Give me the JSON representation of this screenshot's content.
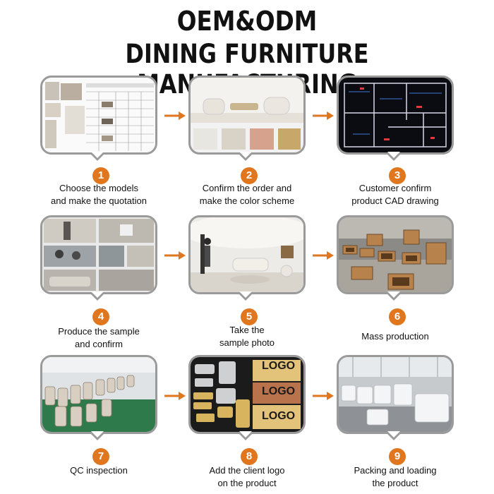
{
  "title_line1": "OEM&ODM",
  "title_line2": "DINING FURNITURE MANUFACTURING",
  "accent_color": "#e0761e",
  "steps": [
    {
      "number": "1",
      "line1": "Choose the models",
      "line2": "and make the quotation"
    },
    {
      "number": "2",
      "line1": "Confirm the order and",
      "line2": "make the color scheme"
    },
    {
      "number": "3",
      "line1": "Customer confirm",
      "line2": "product CAD drawing"
    },
    {
      "number": "4",
      "line1": "Produce the sample",
      "line2": "and confirm"
    },
    {
      "number": "5",
      "line1": "Take the",
      "line2": "sample photo"
    },
    {
      "number": "6",
      "line1": "Mass production",
      "line2": ""
    },
    {
      "number": "7",
      "line1": "QC inspection",
      "line2": ""
    },
    {
      "number": "8",
      "line1": "Add the client logo",
      "line2": "on the product"
    },
    {
      "number": "9",
      "line1": "Packing and loading",
      "line2": "the product"
    }
  ],
  "logo_samples": [
    "LOGO",
    "LOGO",
    "LOGO"
  ]
}
